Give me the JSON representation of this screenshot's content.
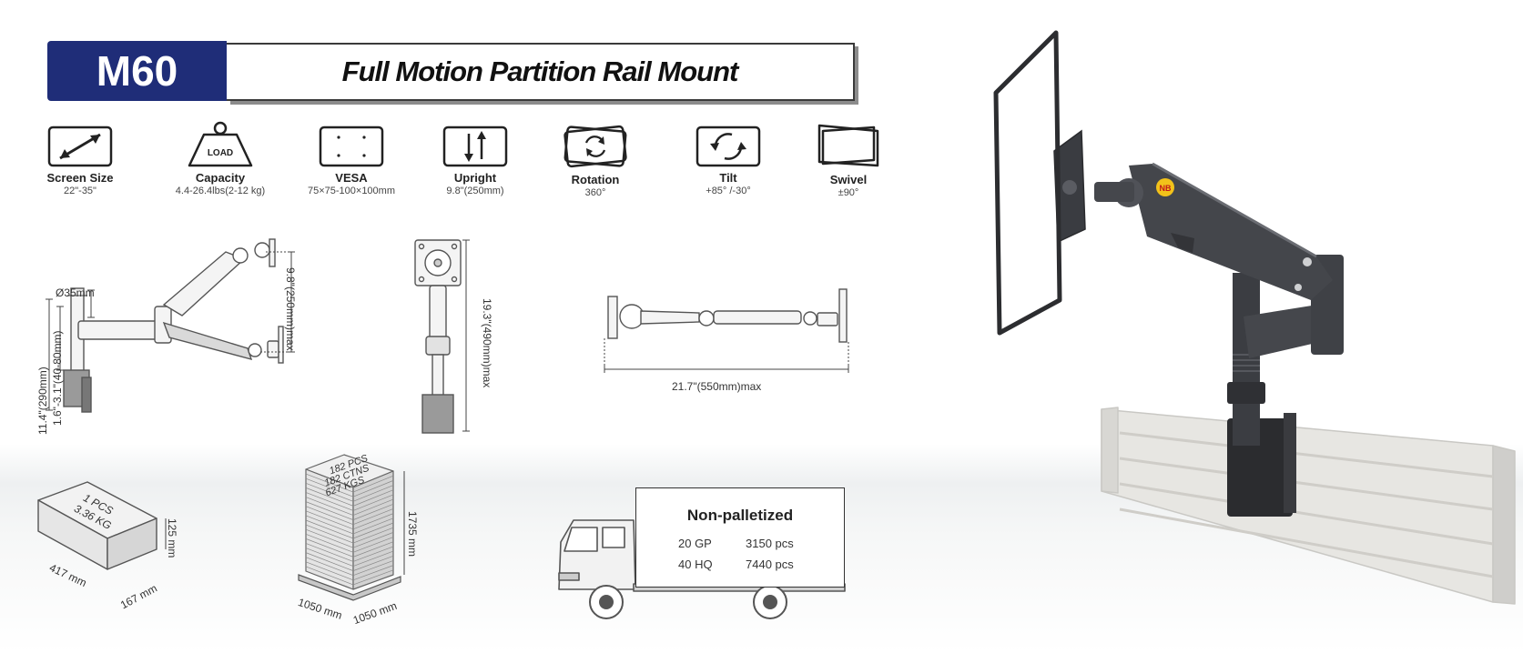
{
  "header": {
    "model": "M60",
    "title": "Full Motion Partition Rail Mount"
  },
  "specs": [
    {
      "icon": "screen-size-icon",
      "label": "Screen Size",
      "value": "22\"-35\""
    },
    {
      "icon": "capacity-weight-icon",
      "label": "Capacity",
      "value": "4.4-26.4lbs(2-12 kg)",
      "icon_text": "LOAD"
    },
    {
      "icon": "vesa-plate-icon",
      "label": "VESA",
      "value": "75×75-100×100mm"
    },
    {
      "icon": "upright-arrows-icon",
      "label": "Upright",
      "value": "9.8\"(250mm)"
    },
    {
      "icon": "rotation-icon",
      "label": "Rotation",
      "value": "360°"
    },
    {
      "icon": "tilt-icon",
      "label": "Tilt",
      "value": "+85° /-30°"
    },
    {
      "icon": "swivel-icon",
      "label": "Swivel",
      "value": "±90°"
    }
  ],
  "dimensions": {
    "pole_diameter": "Ø35mm",
    "arm_height": "9.8\"(250mm)max",
    "clamp_range": "1.6\"-3.1\"(40-80mm)",
    "total_height": "11.4\"(290mm)",
    "front_height": "19.3\"(490mm)max",
    "extension": "21.7\"(550mm)max"
  },
  "package": {
    "box_label_1": "1 PCS",
    "box_label_2": "3.36 KG",
    "box_height": "125 mm",
    "box_length": "417 mm",
    "box_width": "167 mm"
  },
  "pallet": {
    "label_1": "182 PCS",
    "label_2": "182 CTNS",
    "label_3": "627 KGS",
    "height": "1735 mm",
    "length": "1050 mm",
    "width": "1050 mm"
  },
  "shipping": {
    "title": "Non-palletized",
    "rows": [
      {
        "container": "20 GP",
        "qty": "3150 pcs"
      },
      {
        "container": "40 HQ",
        "qty": "7440 pcs"
      }
    ]
  },
  "product": {
    "logo_text": "NB"
  },
  "colors": {
    "badge": "#1f2d78",
    "arm": "#3b3d42",
    "rail": "#e7e6e2"
  }
}
